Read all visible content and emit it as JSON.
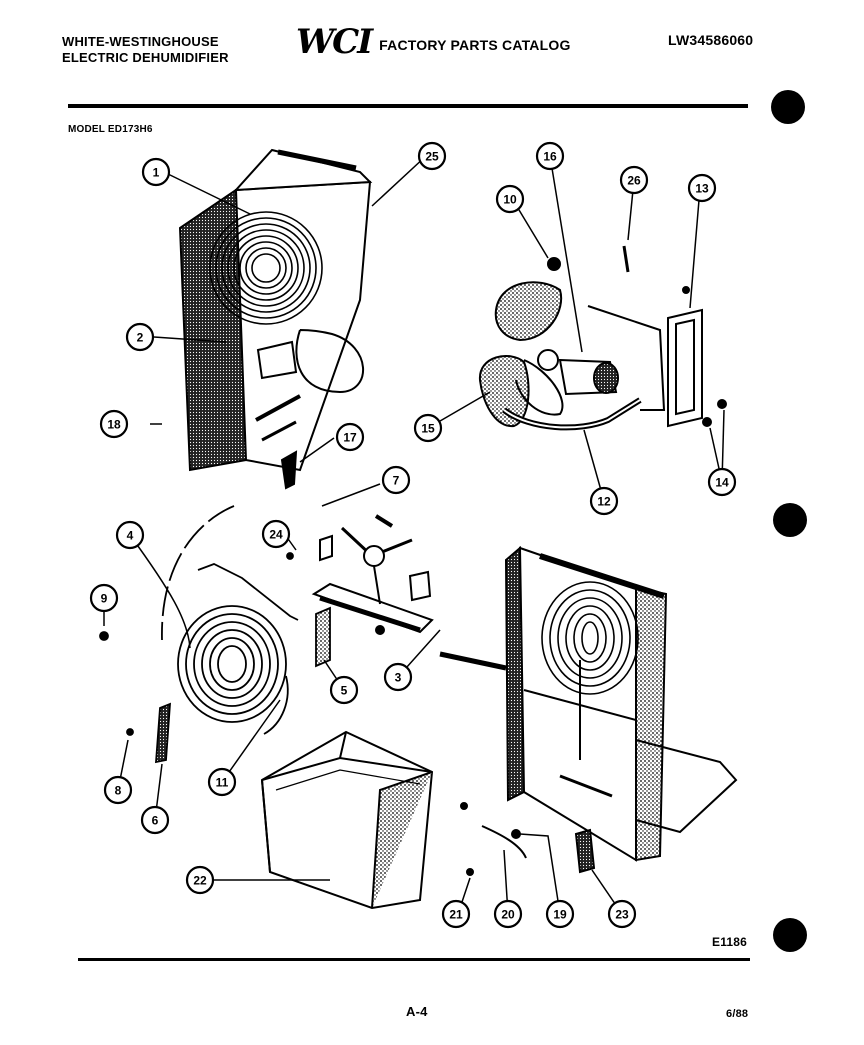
{
  "header": {
    "brand_line1": "WHITE-WESTINGHOUSE",
    "brand_line2": "ELECTRIC DEHUMIDIFIER",
    "logo": "WCI",
    "catalog_title": "FACTORY PARTS CATALOG",
    "doc_number": "LW34586060"
  },
  "model": "MODEL ED173H6",
  "footer": {
    "drawing_code": "E1186",
    "page": "A-4",
    "date": "6/88"
  },
  "callouts": [
    "1",
    "2",
    "3",
    "4",
    "5",
    "6",
    "7",
    "8",
    "9",
    "10",
    "11",
    "12",
    "13",
    "14",
    "15",
    "16",
    "17",
    "18",
    "19",
    "20",
    "21",
    "22",
    "23",
    "24",
    "25",
    "26"
  ]
}
